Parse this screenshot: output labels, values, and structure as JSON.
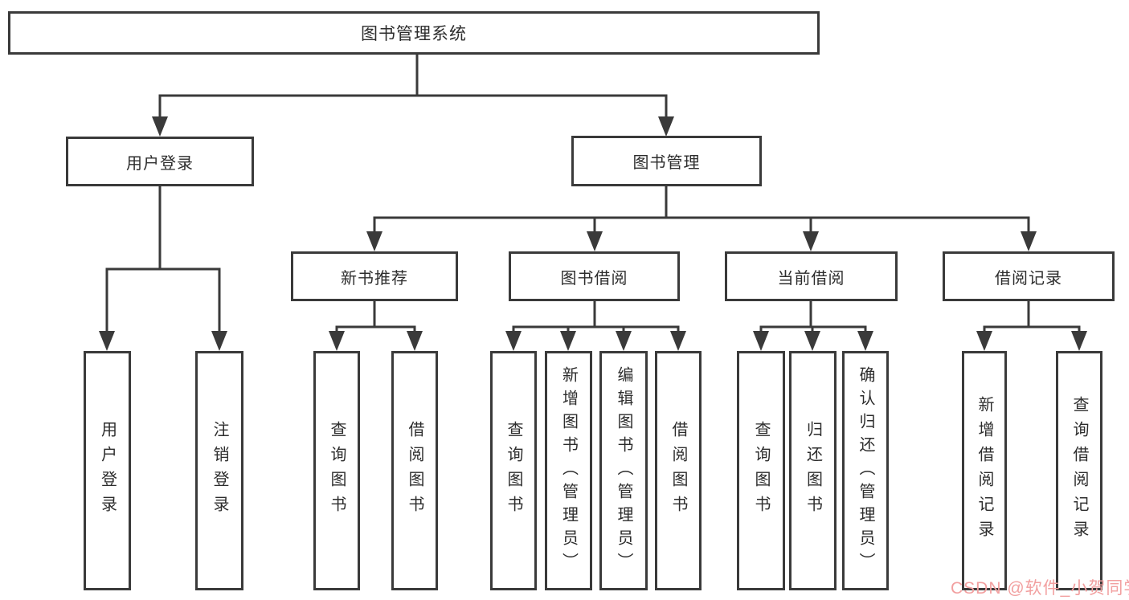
{
  "tree": {
    "root": {
      "label": "图书管理系统"
    },
    "branches": [
      {
        "label": "用户登录",
        "children": [
          {
            "label": "用户登录"
          },
          {
            "label": "注销登录"
          }
        ]
      },
      {
        "label": "图书管理",
        "children": [
          {
            "label": "新书推荐",
            "children": [
              {
                "label": "查询图书"
              },
              {
                "label": "借阅图书"
              }
            ]
          },
          {
            "label": "图书借阅",
            "children": [
              {
                "label": "查询图书"
              },
              {
                "label": "新增图书（管理员）"
              },
              {
                "label": "编辑图书（管理员）"
              },
              {
                "label": "借阅图书"
              }
            ]
          },
          {
            "label": "当前借阅",
            "children": [
              {
                "label": "查询图书"
              },
              {
                "label": "归还图书"
              },
              {
                "label": "确认归还（管理员）"
              }
            ]
          },
          {
            "label": "借阅记录",
            "children": [
              {
                "label": "新增借阅记录"
              },
              {
                "label": "查询借阅记录"
              }
            ]
          }
        ]
      }
    ]
  },
  "watermark": {
    "text": "CSDN @软件_小贺同学"
  },
  "colors": {
    "line": "#3a3a3a",
    "text": "#2d2d2d",
    "box_fill": "#ffffff",
    "watermark": "#f2a0a0",
    "bg": "#ffffff"
  }
}
